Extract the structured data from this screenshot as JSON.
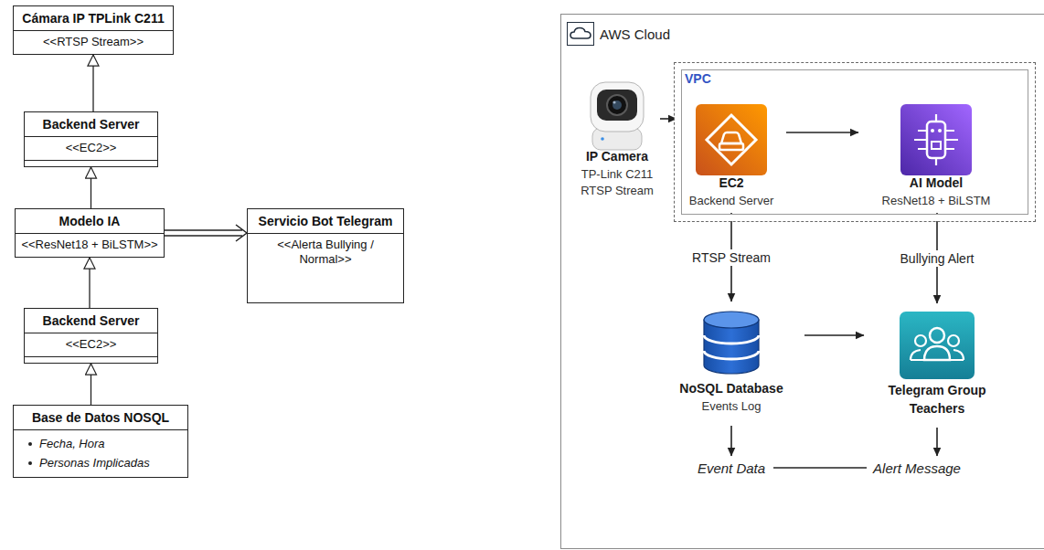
{
  "diagram": {
    "nodes": [
      {
        "text": [
          "Cámara IP TPLink C211",
          "<<RTSP Stream>>"
        ]
      },
      {
        "text": [
          "Backend Server",
          "<<EC2>>"
        ]
      },
      {
        "text": [
          "Modelo IA",
          "<<ResNet18 + BiLSTM>>"
        ]
      },
      {
        "text": [
          "Servicio Bot Telegram",
          "<<Alerta Bullying / Normal>>"
        ]
      },
      {
        "text": [
          "Backend Server",
          "<<EC2>>"
        ]
      },
      {
        "text": [
          "Base de Datos NOSQL",
          "Fecha, Hora",
          "Personas Implicadas"
        ]
      },
      {
        "text": [
          "AWS Cloud"
        ]
      },
      {
        "text": [
          "VPC"
        ],
        "in": 6
      },
      {
        "text": [
          "IP Camera",
          "TP-Link C211 RTSP Stream"
        ],
        "in": 6
      },
      {
        "text": [
          "EC2",
          "Backend Server"
        ],
        "in": 7
      },
      {
        "text": [
          "AI Model",
          "ResNet18 + BiLSTM"
        ],
        "in": 7
      },
      {
        "text": [
          "NoSQL Database",
          "Events Log"
        ],
        "in": 6
      },
      {
        "text": [
          "Telegram Group Teachers"
        ],
        "in": 6
      }
    ],
    "edges": [
      {
        "from": 1,
        "to": 0,
        "arrow": "to"
      },
      {
        "from": 2,
        "to": 1,
        "arrow": "to"
      },
      {
        "from": 4,
        "to": 2,
        "arrow": "to"
      },
      {
        "from": 5,
        "to": 4,
        "arrow": "to"
      },
      {
        "from": 2,
        "to": 3,
        "arrow": "to"
      },
      {
        "from": 8,
        "to": 9,
        "arrow": "to"
      },
      {
        "from": 9,
        "to": 10,
        "arrow": "to"
      },
      {
        "from": 9,
        "to": 11,
        "label": "RTSP Stream",
        "arrow": "to"
      },
      {
        "from": 10,
        "to": 12,
        "label": "Bullying Alert",
        "arrow": "to"
      },
      {
        "from": 11,
        "to": 12,
        "arrow": "to"
      }
    ],
    "labels": [
      "Event Data",
      "Alert Message"
    ]
  }
}
